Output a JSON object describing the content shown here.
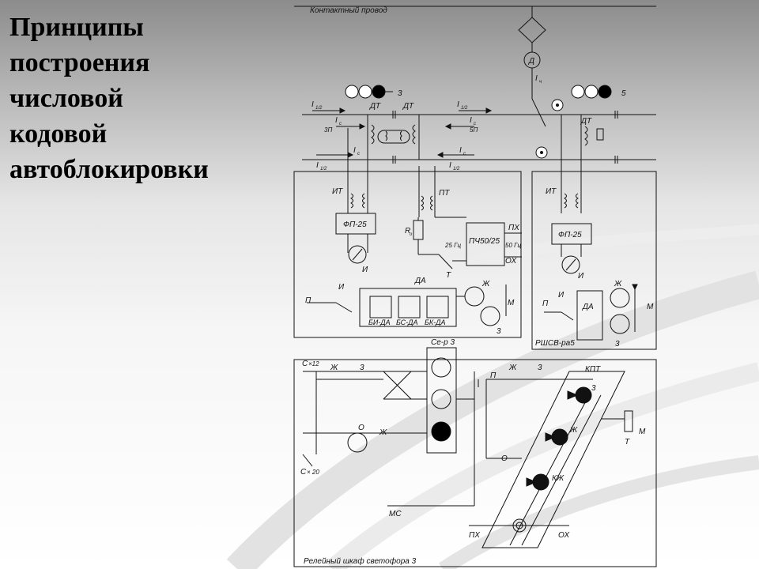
{
  "slide": {
    "title_lines": [
      "Принципы",
      "построения",
      "числовой",
      "кодовой",
      "автоблокировки"
    ]
  },
  "diagram": {
    "labels": {
      "contact_wire": "Контактный провод",
      "d": "Д",
      "iq": "I",
      "iq_sub": "ч",
      "signal3": "3",
      "signal5": "5",
      "i12_a": "I",
      "i12_b": "I",
      "i12_c": "I",
      "i12_d": "I",
      "sub_12": "1/2",
      "ic_a": "I",
      "ic_b": "I",
      "ic_c": "I",
      "ic_d": "I",
      "sub_c": "с",
      "dt1": "ДТ",
      "dt2": "ДТ",
      "dt3": "ДТ",
      "zp": "3П",
      "sp": "5П",
      "it1": "ИТ",
      "it2": "ИТ",
      "pt": "ПТ",
      "fp1": "ФП-25",
      "fp2": "ФП-25",
      "ro": "R",
      "ro_sub": "о",
      "hz25": "25 Гц",
      "hz50": "50 Гц",
      "pch": "ПЧ50/25",
      "px1": "ПХ",
      "ox1": "ОХ",
      "t1": "Т",
      "i1": "И",
      "i2": "И",
      "i3": "И",
      "i4": "И",
      "p1": "П",
      "p2": "П",
      "p3": "П",
      "da1": "ДА",
      "da2": "ДА",
      "bida": "БИ-ДА",
      "bsda": "БС-ДА",
      "bkda": "БК-ДА",
      "zh1": "Ж",
      "zh2": "Ж",
      "zh3": "Ж",
      "zh4": "Ж",
      "zh5": "Ж",
      "zh6": "Ж",
      "m1": "М",
      "m2": "М",
      "m3": "М",
      "z1": "3",
      "z2": "3",
      "z3": "3",
      "z4": "3",
      "z5": "3",
      "rshsv": "РШСВ-ра5",
      "cer3": "Се-р 3",
      "c12": "C",
      "c12_sub": "×12",
      "c20": "C",
      "c20_sub": "× 20",
      "o1": "О",
      "o2": "О",
      "kpt": "КПТ",
      "t2": "Т",
      "kzh": "КЖ",
      "ms": "МС",
      "px2": "ПХ",
      "ox2": "ОХ",
      "relay_cabinet": "Релейный шкаф светофора 3"
    }
  }
}
